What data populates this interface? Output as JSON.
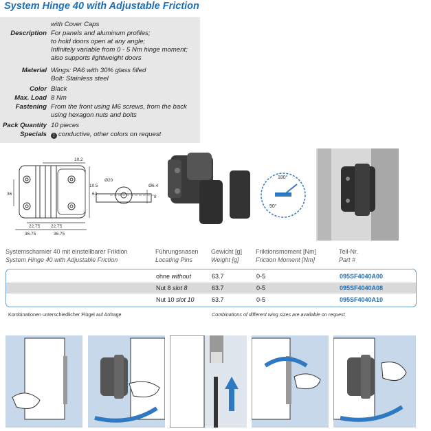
{
  "title": "System Hinge 40 with Adjustable Friction",
  "specs": [
    {
      "key": "",
      "lines": [
        "with Cover Caps"
      ]
    },
    {
      "key": "Description",
      "lines": [
        "For panels and aluminum profiles;",
        "to hold doors open at any angle;",
        "Infinitely variable from 0 - 5 Nm hinge moment;",
        "also supports lightweight doors"
      ]
    },
    {
      "key": "Material",
      "lines": [
        "Wings: PA6 with 30% glass filled",
        "Bolt: Stainless steel"
      ]
    },
    {
      "key": "Color",
      "lines": [
        "Black"
      ]
    },
    {
      "key": "Max. Load",
      "lines": [
        "8 Nm"
      ]
    },
    {
      "key": "Fastening",
      "lines": [
        "From the front using M6 screws, from the back",
        "using hexagon nuts and bolts"
      ]
    },
    {
      "key": "Pack Quantity",
      "lines": [
        "10 pieces"
      ]
    },
    {
      "key": "Specials",
      "lines": [
        "conductive, other colors on request"
      ]
    }
  ],
  "drawing": {
    "dims": [
      "10.2",
      "36",
      "63",
      "22.75",
      "22.75",
      "36.75",
      "36.75",
      "10.5",
      "Ø20",
      "Ø6.4",
      "8"
    ],
    "angle_labels": [
      "180°",
      "90°"
    ]
  },
  "table": {
    "headers": [
      {
        "de": "Systemscharnier 40 mit einstellbarer Friktion",
        "en": "System Hinge 40 with Adjustable Friction"
      },
      {
        "de": "Führungsnasen",
        "en": "Locating Pins"
      },
      {
        "de": "Gewicht [g]",
        "en": "Weight [g]"
      },
      {
        "de": "Friktionsmoment [Nm]",
        "en": "Friction Moment [Nm]"
      },
      {
        "de": "Teil-Nr.",
        "en": "Part #"
      }
    ],
    "rows": [
      {
        "pins_de": "ohne",
        "pins_en": "without",
        "weight": "63.7",
        "friction": "0-5",
        "part": "095SF4040A00"
      },
      {
        "pins_de": "Nut 8",
        "pins_en": "slot 8",
        "weight": "63.7",
        "friction": "0-5",
        "part": "095SF4040A08"
      },
      {
        "pins_de": "Nut 10",
        "pins_en": "slot 10",
        "weight": "63.7",
        "friction": "0-5",
        "part": "095SF4040A10"
      }
    ]
  },
  "notes": {
    "de": "Kombinationen unterschiedlicher Flügel auf Anfrage",
    "en": "Combinations of different wing sizes are available on request"
  },
  "colors": {
    "accent": "#1e6fb5",
    "spec_bg": "#e7e7e7",
    "illus_bg": "#c7d8eb",
    "arrow": "#2f78c2"
  }
}
